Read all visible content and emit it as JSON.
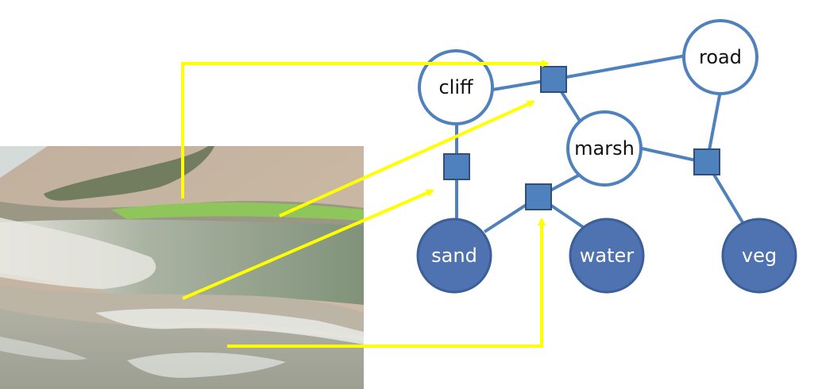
{
  "colors": {
    "edge": "#4f81bd",
    "node_hidden_fill": "#ffffff",
    "node_observed_fill": "#4f72b1",
    "factor_fill": "#4f81bd",
    "factor_stroke": "#2f4f7f",
    "arrow": "#ffff00",
    "label_dark": "#111111",
    "label_light": "#ffffff"
  },
  "graph": {
    "nodes": [
      {
        "id": "cliff",
        "label": "cliff",
        "observed": false
      },
      {
        "id": "road",
        "label": "road",
        "observed": false
      },
      {
        "id": "marsh",
        "label": "marsh",
        "observed": false
      },
      {
        "id": "sand",
        "label": "sand",
        "observed": true
      },
      {
        "id": "water",
        "label": "water",
        "observed": true
      },
      {
        "id": "veg",
        "label": "veg",
        "observed": true
      }
    ],
    "factors": [
      {
        "id": "f-top",
        "connects": [
          "cliff",
          "road",
          "marsh"
        ]
      },
      {
        "id": "f-cliff-sand",
        "connects": [
          "cliff",
          "sand"
        ]
      },
      {
        "id": "f-marsh-sand-water",
        "connects": [
          "marsh",
          "sand",
          "water"
        ]
      },
      {
        "id": "f-marsh-road-veg",
        "connects": [
          "marsh",
          "road",
          "veg"
        ]
      }
    ]
  },
  "arrows": [
    {
      "from_region": "vegetation-edge",
      "to_factor": "f-top"
    },
    {
      "from_region": "green-marsh",
      "to_factor": "f-top"
    },
    {
      "from_region": "beach-sand",
      "to_factor": "f-cliff-sand"
    },
    {
      "from_region": "surf-water",
      "to_factor": "f-marsh-sand-water"
    }
  ],
  "photo": {
    "icon": "aerial-coastline-photo"
  }
}
